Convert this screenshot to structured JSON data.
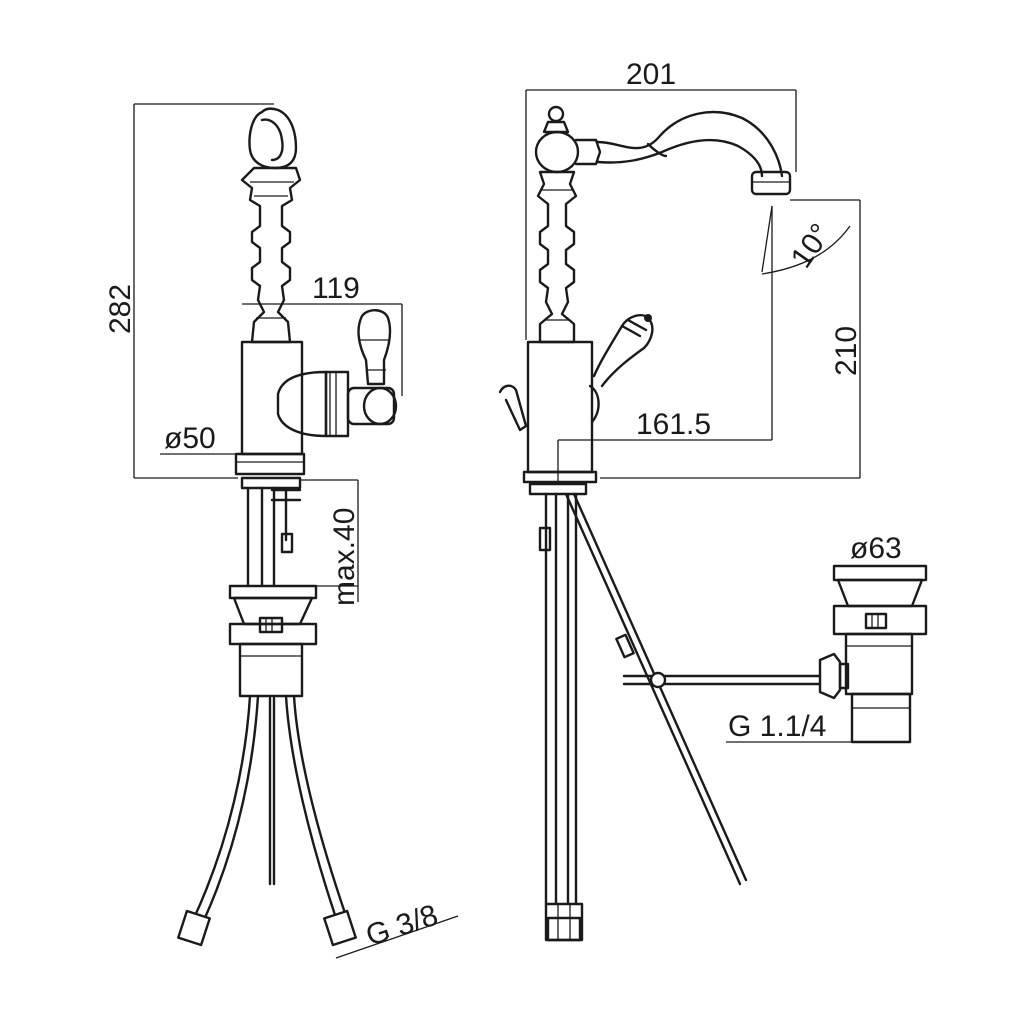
{
  "dimensions": {
    "height_total": "282",
    "lever_reach": "119",
    "base_diameter": "ø50",
    "deck_thickness": "max.40",
    "supply_thread": "G 3/8",
    "spout_reach": "201",
    "spout_tilt": "10°",
    "spout_height": "210",
    "spout_projection": "161.5",
    "waste_diameter": "ø63",
    "waste_thread": "G 1.1/4"
  }
}
